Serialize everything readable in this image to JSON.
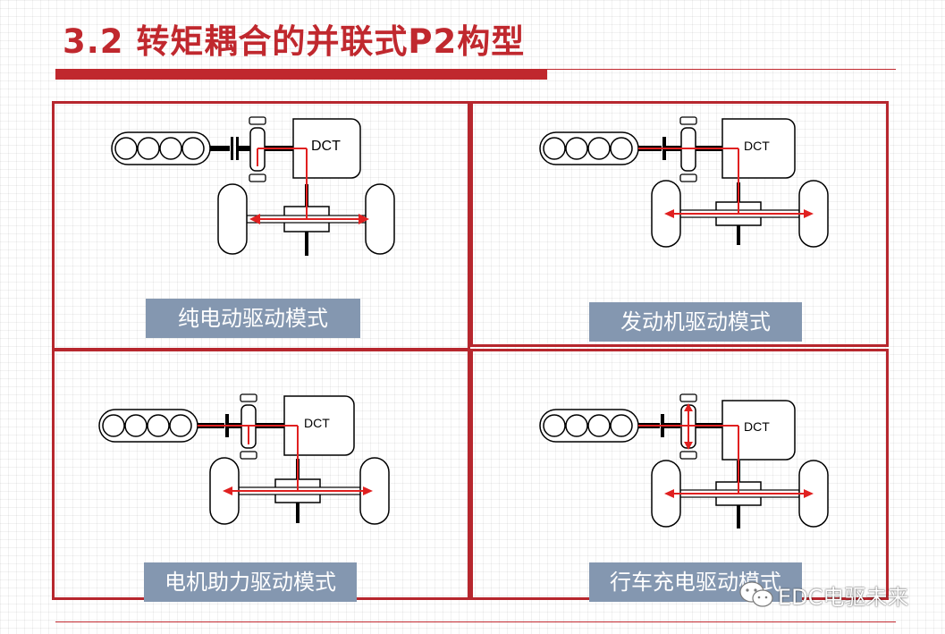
{
  "title": "3.2 转矩耦合的并联式P2构型",
  "panels": [
    {
      "label": "纯电动驱动模式",
      "dct": "DCT",
      "mode": "electric-only"
    },
    {
      "label": "发动机驱动模式",
      "dct": "DCT",
      "mode": "engine-only"
    },
    {
      "label": "电机助力驱动模式",
      "dct": "DCT",
      "mode": "motor-assist"
    },
    {
      "label": "行车充电驱动模式",
      "dct": "DCT",
      "mode": "drive-charging"
    }
  ],
  "watermark": {
    "text": "EDC电驱未来",
    "icon": "wechat-icon"
  },
  "colors": {
    "accent": "#c0282e",
    "label_bg": "#8497b0",
    "flow": "#e02020"
  }
}
